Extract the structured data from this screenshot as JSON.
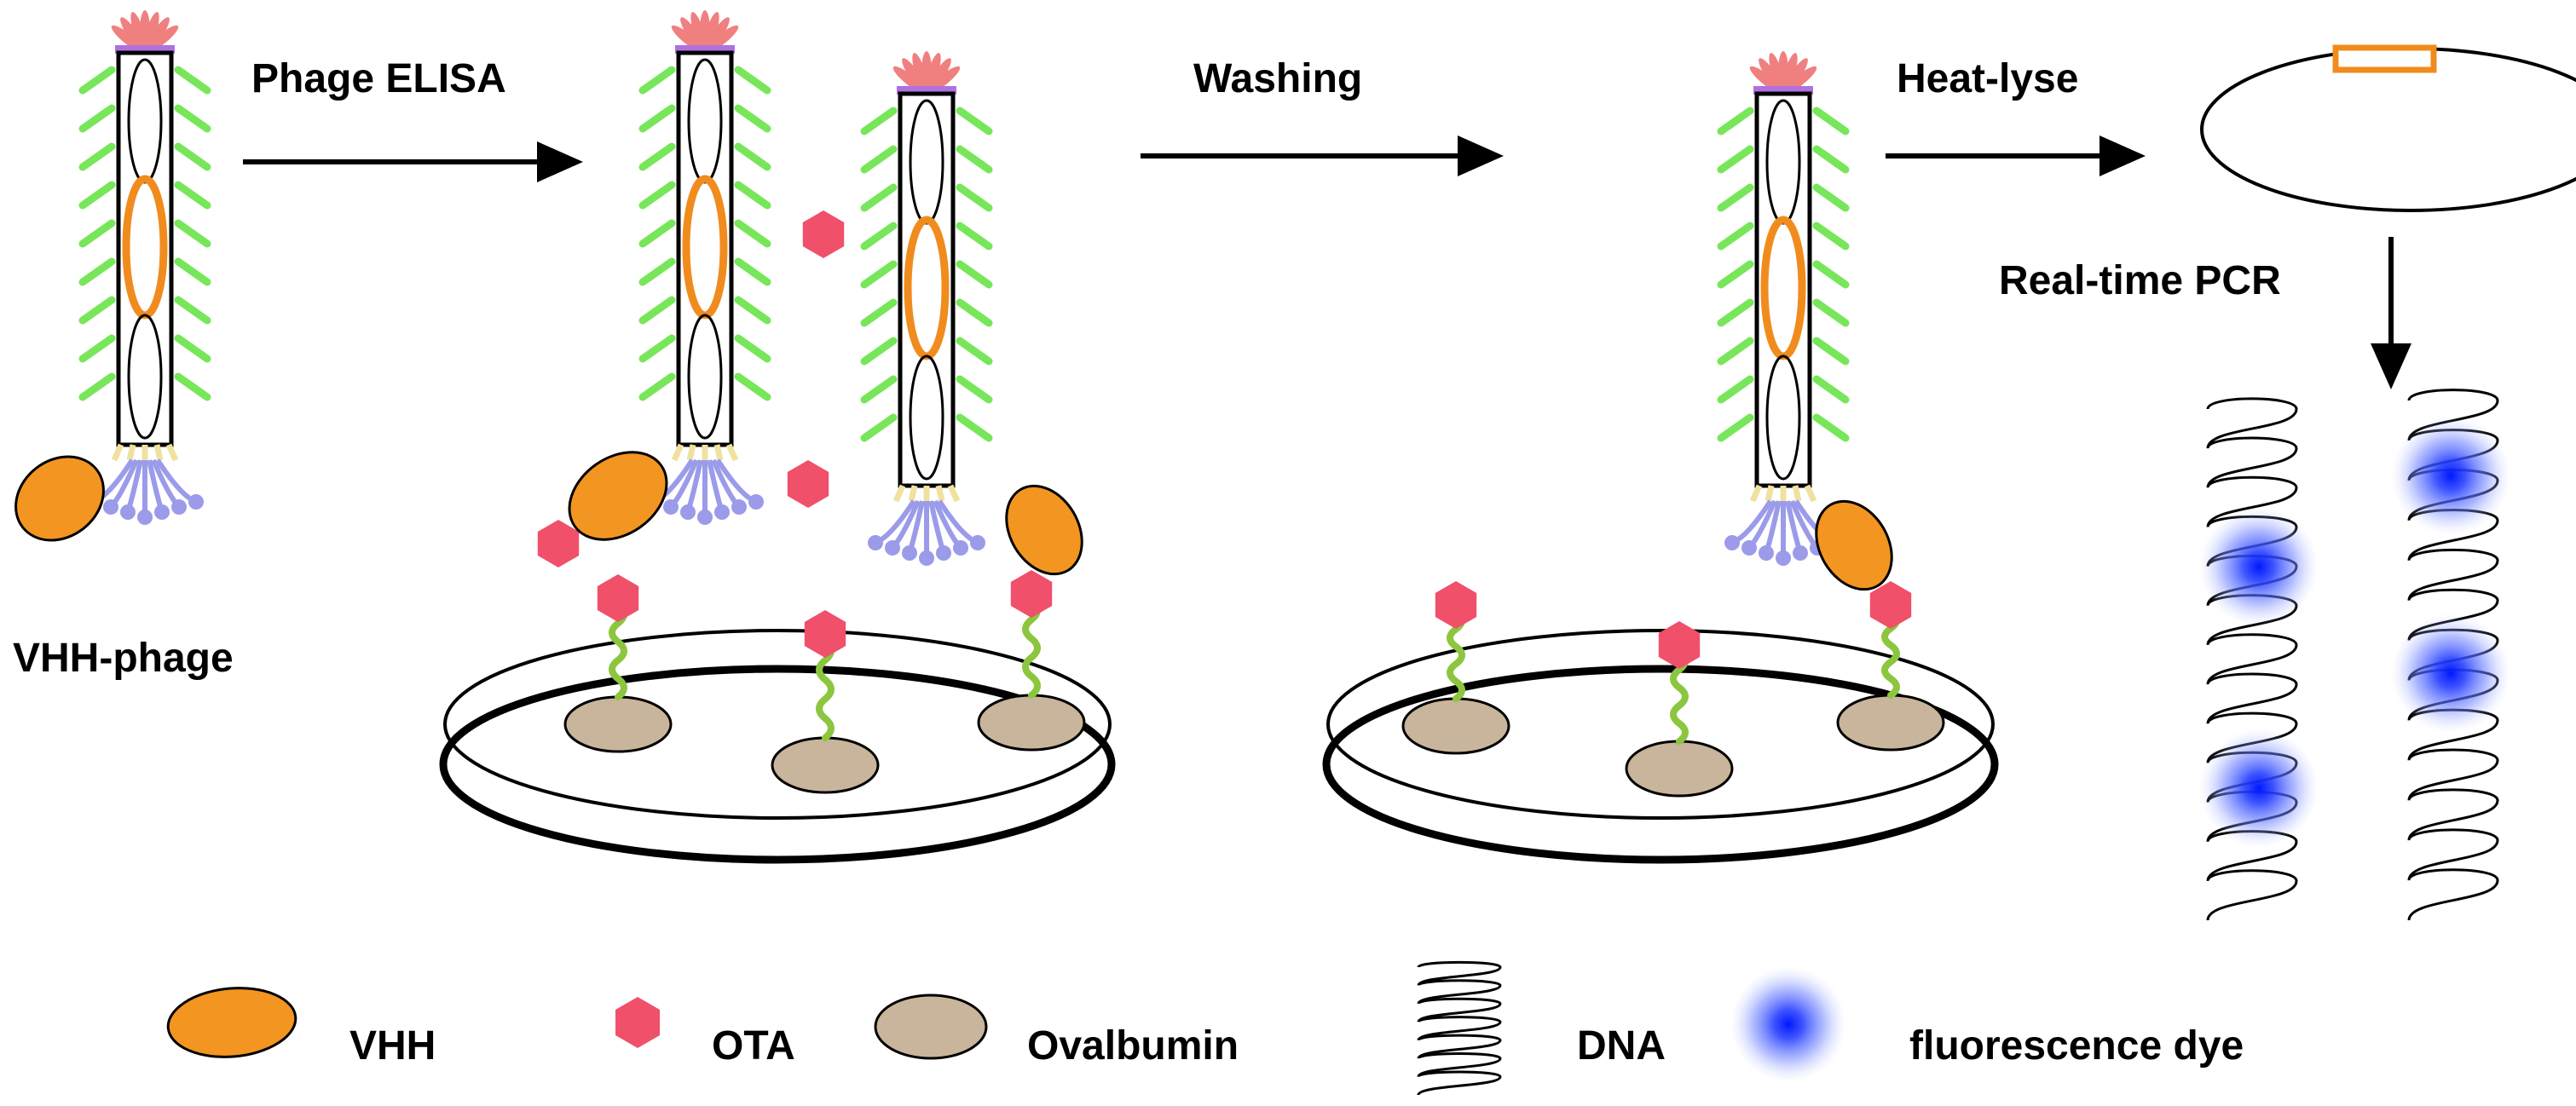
{
  "steps": {
    "phage_elisa": "Phage ELISA",
    "washing": "Washing",
    "heat_lyse": "Heat-lyse",
    "real_time_pcr": "Real-time PCR"
  },
  "labels": {
    "vhh_phage": "VHH-phage"
  },
  "legend": {
    "vhh": "VHH",
    "ota": "OTA",
    "ovalbumin": "Ovalbumin",
    "dna": "DNA",
    "fluorescence_dye": "fluorescence dye"
  },
  "colors": {
    "vhh": "#F39521",
    "ota": "#F0506A",
    "ovalbumin": "#C8B59B",
    "linker": "#8CC63F",
    "fiber": "#78E65A",
    "head_top": "#F08080",
    "cap_top": "#B070E0",
    "tail": "#9B9BEA",
    "tail_base": "#F0E1A0",
    "dye": "#1030FF",
    "orange_core": "#F08C1E"
  }
}
